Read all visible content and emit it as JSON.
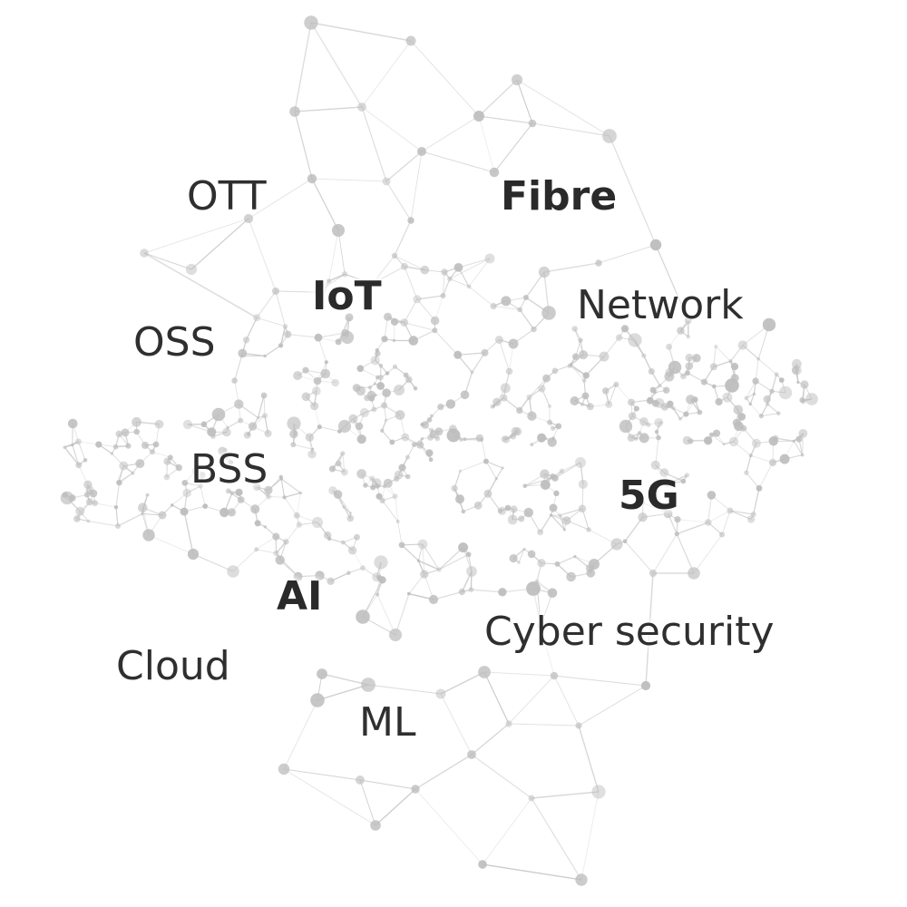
{
  "terms": [
    {
      "label": "OTT",
      "emphasis": "normal"
    },
    {
      "label": "Fibre",
      "emphasis": "bold"
    },
    {
      "label": "IoT",
      "emphasis": "bold"
    },
    {
      "label": "Network",
      "emphasis": "normal"
    },
    {
      "label": "OSS",
      "emphasis": "normal"
    },
    {
      "label": "BSS",
      "emphasis": "normal"
    },
    {
      "label": "5G",
      "emphasis": "bold"
    },
    {
      "label": "AI",
      "emphasis": "bold"
    },
    {
      "label": "Cyber security",
      "emphasis": "normal"
    },
    {
      "label": "Cloud",
      "emphasis": "normal"
    },
    {
      "label": "ML",
      "emphasis": "normal"
    }
  ],
  "colors": {
    "background": "#ffffff",
    "text": "#2f2f2f",
    "edge": "#c8c8c8",
    "node": "#bdbdbd"
  }
}
